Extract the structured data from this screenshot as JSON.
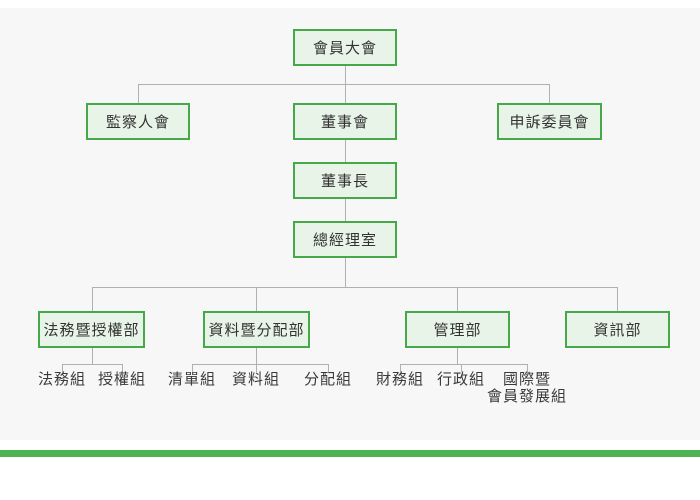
{
  "org_chart": {
    "root": {
      "label": "會員大會"
    },
    "supervisors": {
      "label": "監察人會"
    },
    "board": {
      "label": "董事會"
    },
    "appeals": {
      "label": "申訴委員會"
    },
    "chairman": {
      "label": "董事長"
    },
    "gm_office": {
      "label": "總經理室"
    },
    "departments": [
      {
        "label": "法務暨授權部",
        "groups": [
          {
            "label": "法務組"
          },
          {
            "label": "授權組"
          }
        ]
      },
      {
        "label": "資料暨分配部",
        "groups": [
          {
            "label": "清單組"
          },
          {
            "label": "資料組"
          },
          {
            "label": "分配組"
          }
        ]
      },
      {
        "label": "管理部",
        "groups": [
          {
            "label": "財務組"
          },
          {
            "label": "行政組"
          },
          {
            "label": "國際暨\n會員發展組"
          }
        ]
      },
      {
        "label": "資訊部",
        "groups": []
      }
    ]
  },
  "colors": {
    "box_border": "#45a949",
    "box_fill": "#e8f4e8",
    "connector": "#b0b0b0",
    "panel_background": "#f7f7f7",
    "footer_bar": "#4db353"
  }
}
